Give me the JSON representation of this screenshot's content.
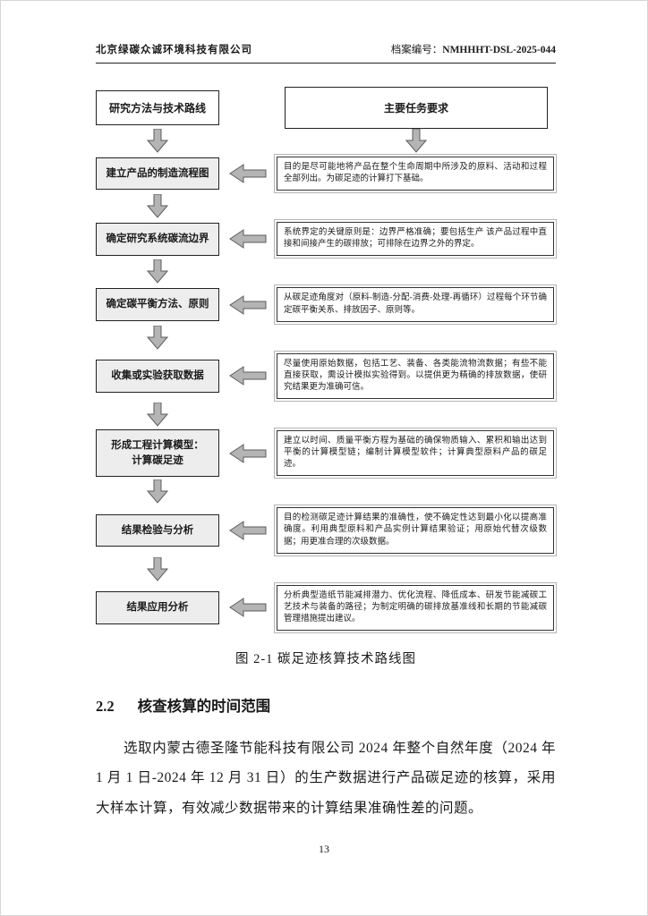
{
  "header": {
    "company": "北京绿碳众诚环境科技有限公司",
    "archive_label": "档案编号：",
    "archive_number": "NMHHHT-DSL-2025-044"
  },
  "figure": {
    "left_column_header": "研究方法与技术路线",
    "right_column_header": "主要任务要求",
    "steps": [
      {
        "label": "建立产品的制造流程图",
        "desc": "目的是尽可能地将产品在整个生命周期中所涉及的原料、活动和过程全部列出。为碳足迹的计算打下基础。"
      },
      {
        "label": "确定研究系统碳流边界",
        "desc": "系统界定的关键原则是：边界严格准确；要包括生产 该产品过程中直接和间接产生的碳排放；可排除在边界之外的界定。"
      },
      {
        "label": "确定碳平衡方法、原则",
        "desc": "从碳足迹角度对（原料-制造-分配-消费-处理-再循环）过程每个环节确定碳平衡关系、排放因子、原则等。"
      },
      {
        "label": "收集或实验获取数据",
        "desc": "尽量使用原始数据，包括工艺、装备、各类能流物流数据；有些不能直接获取，需设计模拟实验得到。以提供更为精确的排放数据，使研究结果更为准确可信。"
      },
      {
        "label": "形成工程计算模型：\n计算碳足迹",
        "desc": "建立以时间、质量平衡方程为基础的确保物质输入、累积和输出达到平衡的计算模型链；编制计算模型软件；计算典型原料产品的碳足迹。"
      },
      {
        "label": "结果检验与分析",
        "desc": "目的检测碳足迹计算结果的准确性，使不确定性达到最小化以提高准确度。利用典型原料和产品实例计算结果验证；用原始代替次级数据；用更准合理的次级数据。"
      },
      {
        "label": "结果应用分析",
        "desc": "分析典型造纸节能减排潜力、优化流程、降低成本、研发节能减碳工艺技术与装备的路径；为制定明确的碳排放基准线和长期的节能减碳管理措施提出建议。"
      }
    ],
    "caption": "图 2-1 碳足迹核算技术路线图"
  },
  "section": {
    "number": "2.2",
    "title": "核查核算的时间范围"
  },
  "body": {
    "paragraph": "选取内蒙古德圣隆节能科技有限公司 2024 年整个自然年度（2024 年 1 月 1 日-2024 年 12 月 31 日）的生产数据进行产品碳足迹的核算，采用大样本计算，有效减少数据带来的计算结果准确性差的问题。"
  },
  "footer": {
    "page_number": "13"
  }
}
